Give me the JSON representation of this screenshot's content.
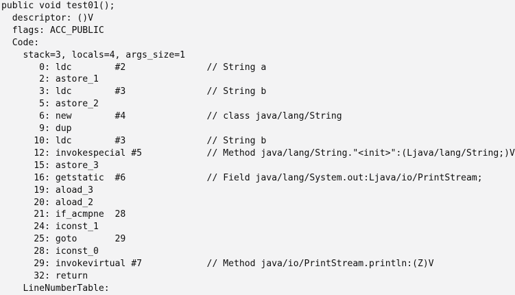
{
  "colors": {
    "background": "#f3f3f4",
    "text": "#0d0d0d"
  },
  "console": {
    "lines": [
      "public void test01();",
      "  descriptor: ()V",
      "  flags: ACC_PUBLIC",
      "  Code:",
      "    stack=3, locals=4, args_size=1",
      "       0: ldc        #2               // String a",
      "       2: astore_1",
      "       3: ldc        #3               // String b",
      "       5: astore_2",
      "       6: new        #4               // class java/lang/String",
      "       9: dup",
      "      10: ldc        #3               // String b",
      "      12: invokespecial #5            // Method java/lang/String.\"<init>\":(Ljava/lang/String;)V",
      "      15: astore_3",
      "      16: getstatic  #6               // Field java/lang/System.out:Ljava/io/PrintStream;",
      "      19: aload_3",
      "      20: aload_2",
      "      21: if_acmpne  28",
      "      24: iconst_1",
      "      25: goto       29",
      "      28: iconst_0",
      "      29: invokevirtual #7            // Method java/io/PrintStream.println:(Z)V",
      "      32: return",
      "    LineNumberTable:"
    ]
  }
}
